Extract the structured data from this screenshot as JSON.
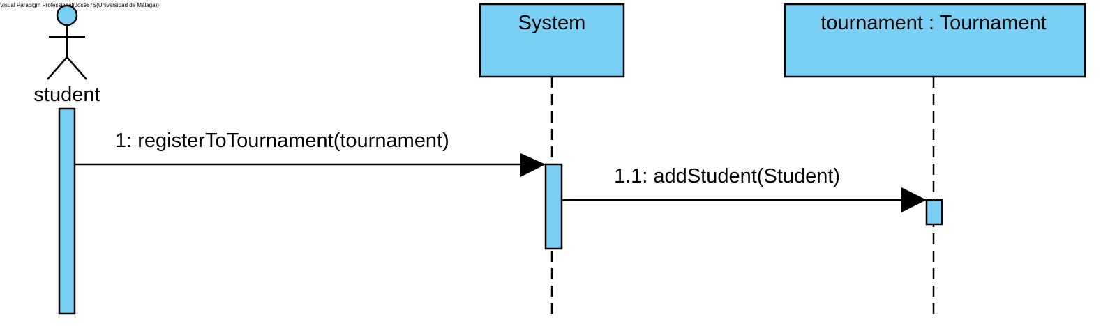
{
  "watermark": "Visual Paradigm Professional(Jose87S(Universidad de Málaga))",
  "colors": {
    "fill": "#7ACFF5",
    "stroke": "#000000",
    "background": "#FFFFFF"
  },
  "actor": {
    "name": "student"
  },
  "lifelines": [
    {
      "name": "System"
    },
    {
      "name": "tournament : Tournament"
    }
  ],
  "messages": [
    {
      "label": "1: registerToTournament(tournament)",
      "from": "student",
      "to": "System"
    },
    {
      "label": "1.1: addStudent(Student)",
      "from": "System",
      "to": "tournament : Tournament"
    }
  ]
}
